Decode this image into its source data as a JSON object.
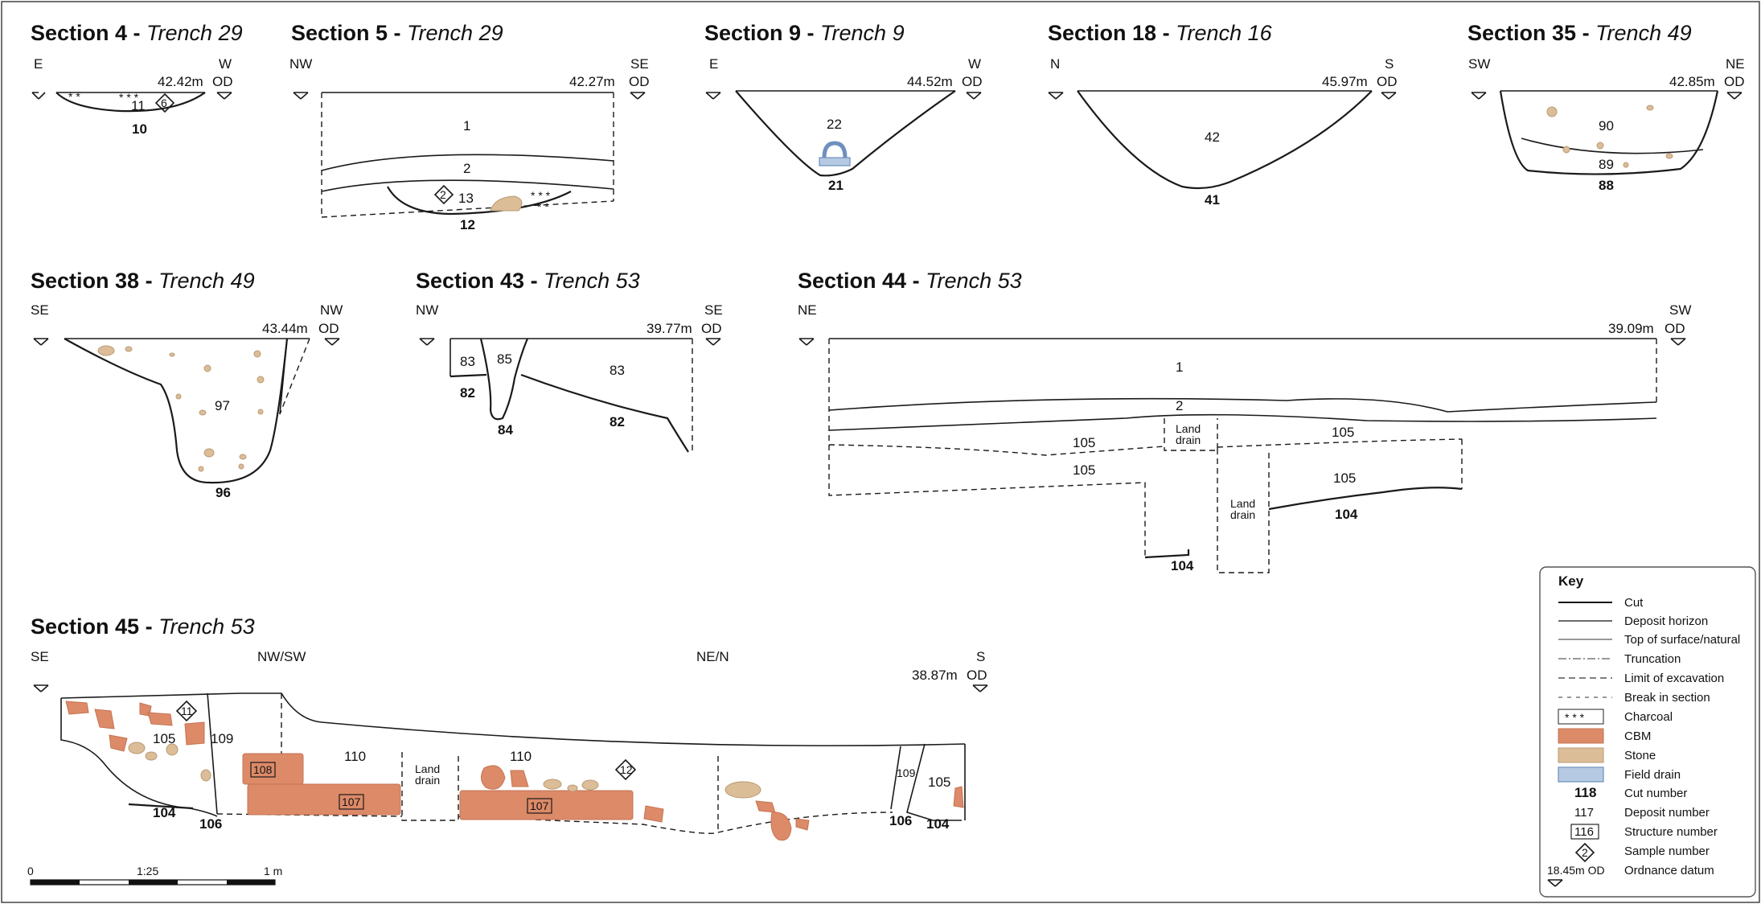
{
  "sections": {
    "s4": {
      "num": "Section 4",
      "trench": "Trench 29",
      "left": "E",
      "right": "W",
      "datum": "42.42m",
      "od": "OD",
      "cut": "10",
      "deposit": "11",
      "sample": "6"
    },
    "s5": {
      "num": "Section 5",
      "trench": "Trench 29",
      "left": "NW",
      "right": "SE",
      "datum": "42.27m",
      "od": "OD",
      "d1": "1",
      "d2": "2",
      "d13": "13",
      "cut": "12",
      "sample": "2"
    },
    "s9": {
      "num": "Section 9",
      "trench": "Trench 9",
      "left": "E",
      "right": "W",
      "datum": "44.52m",
      "od": "OD",
      "deposit": "22",
      "cut": "21"
    },
    "s18": {
      "num": "Section 18",
      "trench": "Trench 16",
      "left": "N",
      "right": "S",
      "datum": "45.97m",
      "od": "OD",
      "deposit": "42",
      "cut": "41"
    },
    "s35": {
      "num": "Section 35",
      "trench": "Trench 49",
      "left": "SW",
      "right": "NE",
      "datum": "42.85m",
      "od": "OD",
      "d90": "90",
      "d89": "89",
      "cut": "88"
    },
    "s38": {
      "num": "Section 38",
      "trench": "Trench 49",
      "left": "SE",
      "right": "NW",
      "datum": "43.44m",
      "od": "OD",
      "deposit": "97",
      "cut": "96"
    },
    "s43": {
      "num": "Section 43",
      "trench": "Trench 53",
      "left": "NW",
      "right": "SE",
      "datum": "39.77m",
      "od": "OD",
      "d83a": "83",
      "d85": "85",
      "d83b": "83",
      "c82a": "82",
      "c84": "84",
      "c82b": "82"
    },
    "s44": {
      "num": "Section 44",
      "trench": "Trench 53",
      "left": "NE",
      "right": "SW",
      "datum": "39.09m",
      "od": "OD",
      "d1": "1",
      "d2": "2",
      "d105a": "105",
      "d105b": "105",
      "d105c": "105",
      "d105d": "105",
      "land1": "Land",
      "drain1": "drain",
      "land2": "Land",
      "drain2": "drain",
      "c104a": "104",
      "c104b": "104"
    },
    "s45": {
      "num": "Section 45",
      "trench": "Trench 53",
      "left": "SE",
      "mid1": "NW/SW",
      "mid2": "NE/N",
      "right": "S",
      "datum": "38.87m",
      "od": "OD",
      "d105a": "105",
      "d109a": "109",
      "d110a": "110",
      "d110b": "110",
      "d109b": "109",
      "d105b": "105",
      "land": "Land",
      "drain": "drain",
      "s108": "108",
      "s107a": "107",
      "s107b": "107",
      "sample11": "11",
      "sample12": "12",
      "c104a": "104",
      "c106a": "106",
      "c106b": "106",
      "c104b": "104"
    }
  },
  "scale": {
    "start": "0",
    "mid": "1:25",
    "end": "1 m"
  },
  "key": {
    "title": "Key",
    "items": [
      "Cut",
      "Deposit horizon",
      "Top of surface/natural",
      "Truncation",
      "Limit of excavation",
      "Break in section",
      "Charcoal",
      "CBM",
      "Stone",
      "Field drain",
      "Cut number",
      "Deposit number",
      "Structure number",
      "Sample number",
      "Ordnance datum"
    ],
    "cut_example": "118",
    "deposit_example": "117",
    "structure_example": "116",
    "sample_example": "2",
    "datum_example": "18.45m OD"
  },
  "colors": {
    "cbm": "#dc8a68",
    "stone": "#dbbd98",
    "field_drain": "#b5c9e2"
  }
}
